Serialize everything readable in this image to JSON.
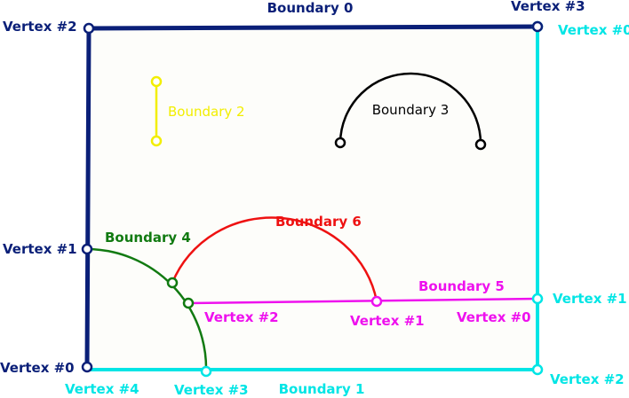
{
  "colors": {
    "navy": "#0a1f78",
    "cyan": "#00e5e5",
    "yellow": "#f2ee00",
    "black": "#000000",
    "green": "#117a11",
    "red": "#ee1111",
    "magenta": "#ee11ee",
    "background": "#fdfdfa"
  },
  "boundaries": {
    "b0": {
      "label": "Boundary 0"
    },
    "b1": {
      "label": "Boundary 1"
    },
    "b2": {
      "label": "Boundary 2"
    },
    "b3": {
      "label": "Boundary 3"
    },
    "b4": {
      "label": "Boundary 4"
    },
    "b5": {
      "label": "Boundary 5"
    },
    "b6": {
      "label": "Boundary 6"
    }
  },
  "vertices": {
    "navy_v0": "Vertex #0",
    "navy_v1": "Vertex #1",
    "navy_v2": "Vertex #2",
    "navy_v3": "Vertex #3",
    "cyan_v0": "Vertex #0",
    "cyan_v1": "Vertex #1",
    "cyan_v2": "Vertex #2",
    "cyan_v3": "Vertex #3",
    "cyan_v4": "Vertex #4",
    "mag_v0": "Vertex #0",
    "mag_v1": "Vertex #1",
    "mag_v2": "Vertex #2"
  }
}
